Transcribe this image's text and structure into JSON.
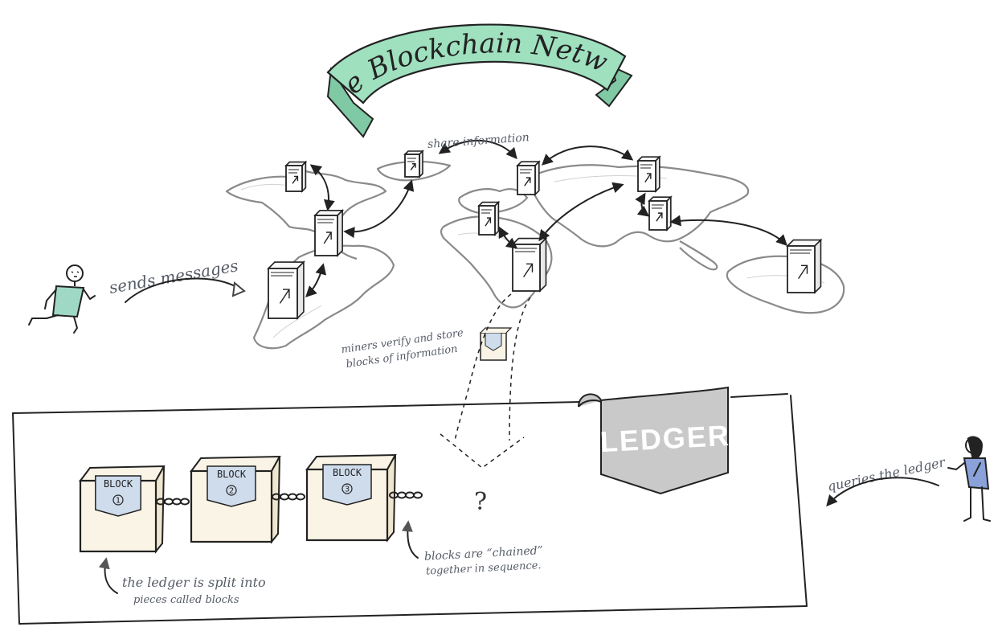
{
  "title": "The Blockchain Network",
  "colors": {
    "banner": "#9fe0bf",
    "ledger_tab": "#c9c9c9",
    "block_box": "#faf4e6",
    "block_label": "#cfdcec",
    "person_left": "#9fd9c6",
    "person_right": "#8aa2d9"
  },
  "labels": {
    "share_information": "share information",
    "sends_messages": "sends messages",
    "miners_line1": "miners verify and store",
    "miners_line2": "blocks of information",
    "ledger": "LEDGER",
    "queries_ledger": "queries the ledger",
    "ledger_split_line1": "the ledger is split into",
    "ledger_split_line2": "pieces called blocks",
    "chained_line1": "blocks are “chained”",
    "chained_line2": "together in sequence.",
    "question_mark": "?"
  },
  "blocks": [
    {
      "word": "BLOCK",
      "number": "1"
    },
    {
      "word": "BLOCK",
      "number": "2"
    },
    {
      "word": "BLOCK",
      "number": "3"
    }
  ],
  "network": {
    "node_count": 10,
    "icons": [
      "server-icon",
      "world-map-icon",
      "arrow-icon",
      "person-icon"
    ]
  }
}
